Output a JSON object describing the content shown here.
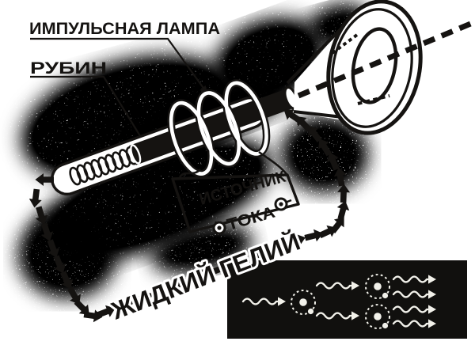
{
  "labels": {
    "pulse_lamp": "ИМПУЛЬСНАЯ ЛАМПА",
    "ruby": "РУБИН",
    "current_source_line1": "ИСТОЧНИК",
    "current_source_line2": "ТОКА",
    "liquid_helium": "ЖИДКИЙ ГЕЛИЙ"
  },
  "icons": {
    "flow_arrow": "➔",
    "wavy_emission_arrow": "〰→",
    "beam_dashes": "▬ ▬ ▬",
    "terminal": "◎",
    "atom": "⊙ dotted orbit with nucleus and electron"
  },
  "colors": {
    "ink": "#151311",
    "paper": "#ffffff",
    "inset_bg": "#11100e",
    "inset_ink": "#f2f1ea"
  }
}
